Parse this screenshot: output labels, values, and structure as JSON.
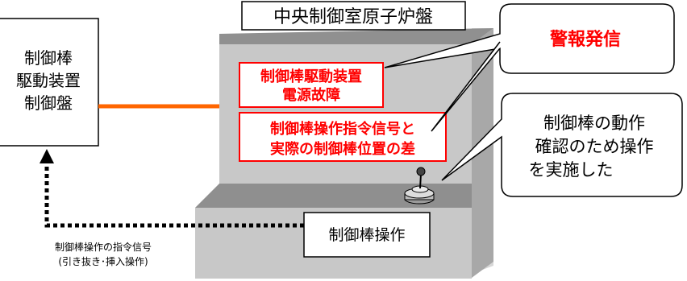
{
  "panel": {
    "title": "中央制御室原子炉盤",
    "label_box_1": [
      "制御棒駆動装置",
      "電源故障"
    ],
    "label_box_2": [
      "制御棒操作指令信号と",
      "実際の制御棒位置の差"
    ],
    "operation_label": "制御棒操作"
  },
  "control_box": {
    "lines": [
      "制御棒",
      "駆動装置",
      "制御盤"
    ]
  },
  "callouts": {
    "alarm": "警報発信",
    "action": [
      "制御棒の動作",
      "確認のため操作",
      "を実施した"
    ]
  },
  "signal": {
    "lines": [
      "制御棒操作の指令信号",
      "(引き抜き･挿入操作)"
    ]
  },
  "colors": {
    "alert_red": "#ff0000",
    "power_line": "#ff6600",
    "panel_front": "#c8c8c8",
    "panel_side": "#a6a6a6",
    "panel_top": "#8f8f8f"
  }
}
